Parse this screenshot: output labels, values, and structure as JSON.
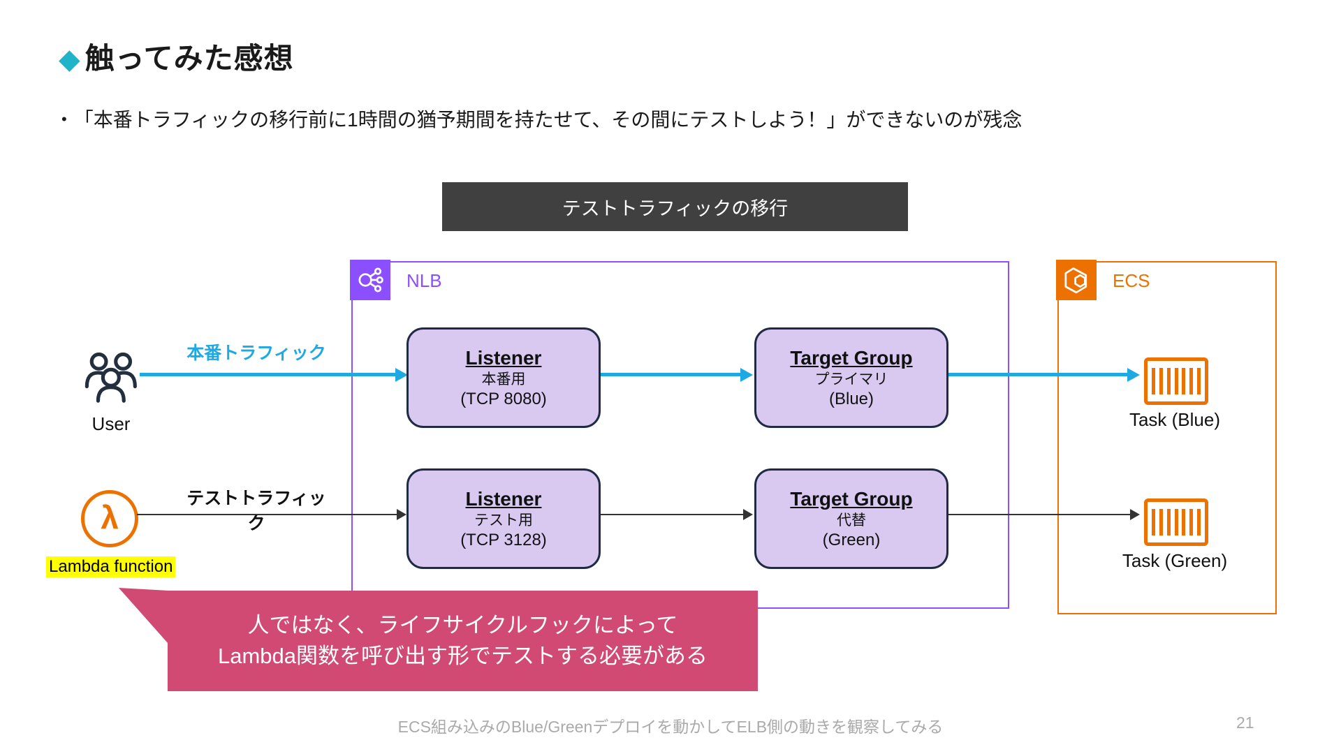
{
  "slide": {
    "title_marker": "◆",
    "title": "触ってみた感想",
    "bullet_marker": "•",
    "bullet": "「本番トラフィックの移行前に1時間の猶予期間を持たせて、その間にテストしよう！」ができないのが残念",
    "header_box": "テストトラフィックの移行",
    "footer": "ECS組み込みのBlue/Greenデプロイを動かしてELB側の動きを観察してみる",
    "page_number": "21"
  },
  "colors": {
    "accent_teal": "#1fb4c8",
    "nlb_purple": "#8C4FFF",
    "ecs_orange": "#ED7100",
    "production_cyan": "#1fa9e2",
    "callout_pink": "#d04a73",
    "node_fill": "#d9c9f1",
    "highlight_yellow": "#ffff00"
  },
  "diagram": {
    "nlb_label": "NLB",
    "ecs_label": "ECS",
    "user_label": "User",
    "lambda_symbol": "λ",
    "lambda_label": "Lambda function",
    "flows": {
      "production": "本番トラフィック",
      "test": "テストトラフィック"
    },
    "listeners": [
      {
        "title": "Listener",
        "subtitle": "本番用",
        "port": "(TCP 8080)"
      },
      {
        "title": "Listener",
        "subtitle": "テスト用",
        "port": "(TCP 3128)"
      }
    ],
    "target_groups": [
      {
        "title": "Target Group",
        "subtitle": "プライマリ",
        "variant": "(Blue)"
      },
      {
        "title": "Target Group",
        "subtitle": "代替",
        "variant": "(Green)"
      }
    ],
    "tasks": [
      {
        "label": "Task (Blue)"
      },
      {
        "label": "Task (Green)"
      }
    ],
    "callout": {
      "line1": "人ではなく、ライフサイクルフックによって",
      "line2": "Lambda関数を呼び出す形でテストする必要がある"
    }
  }
}
